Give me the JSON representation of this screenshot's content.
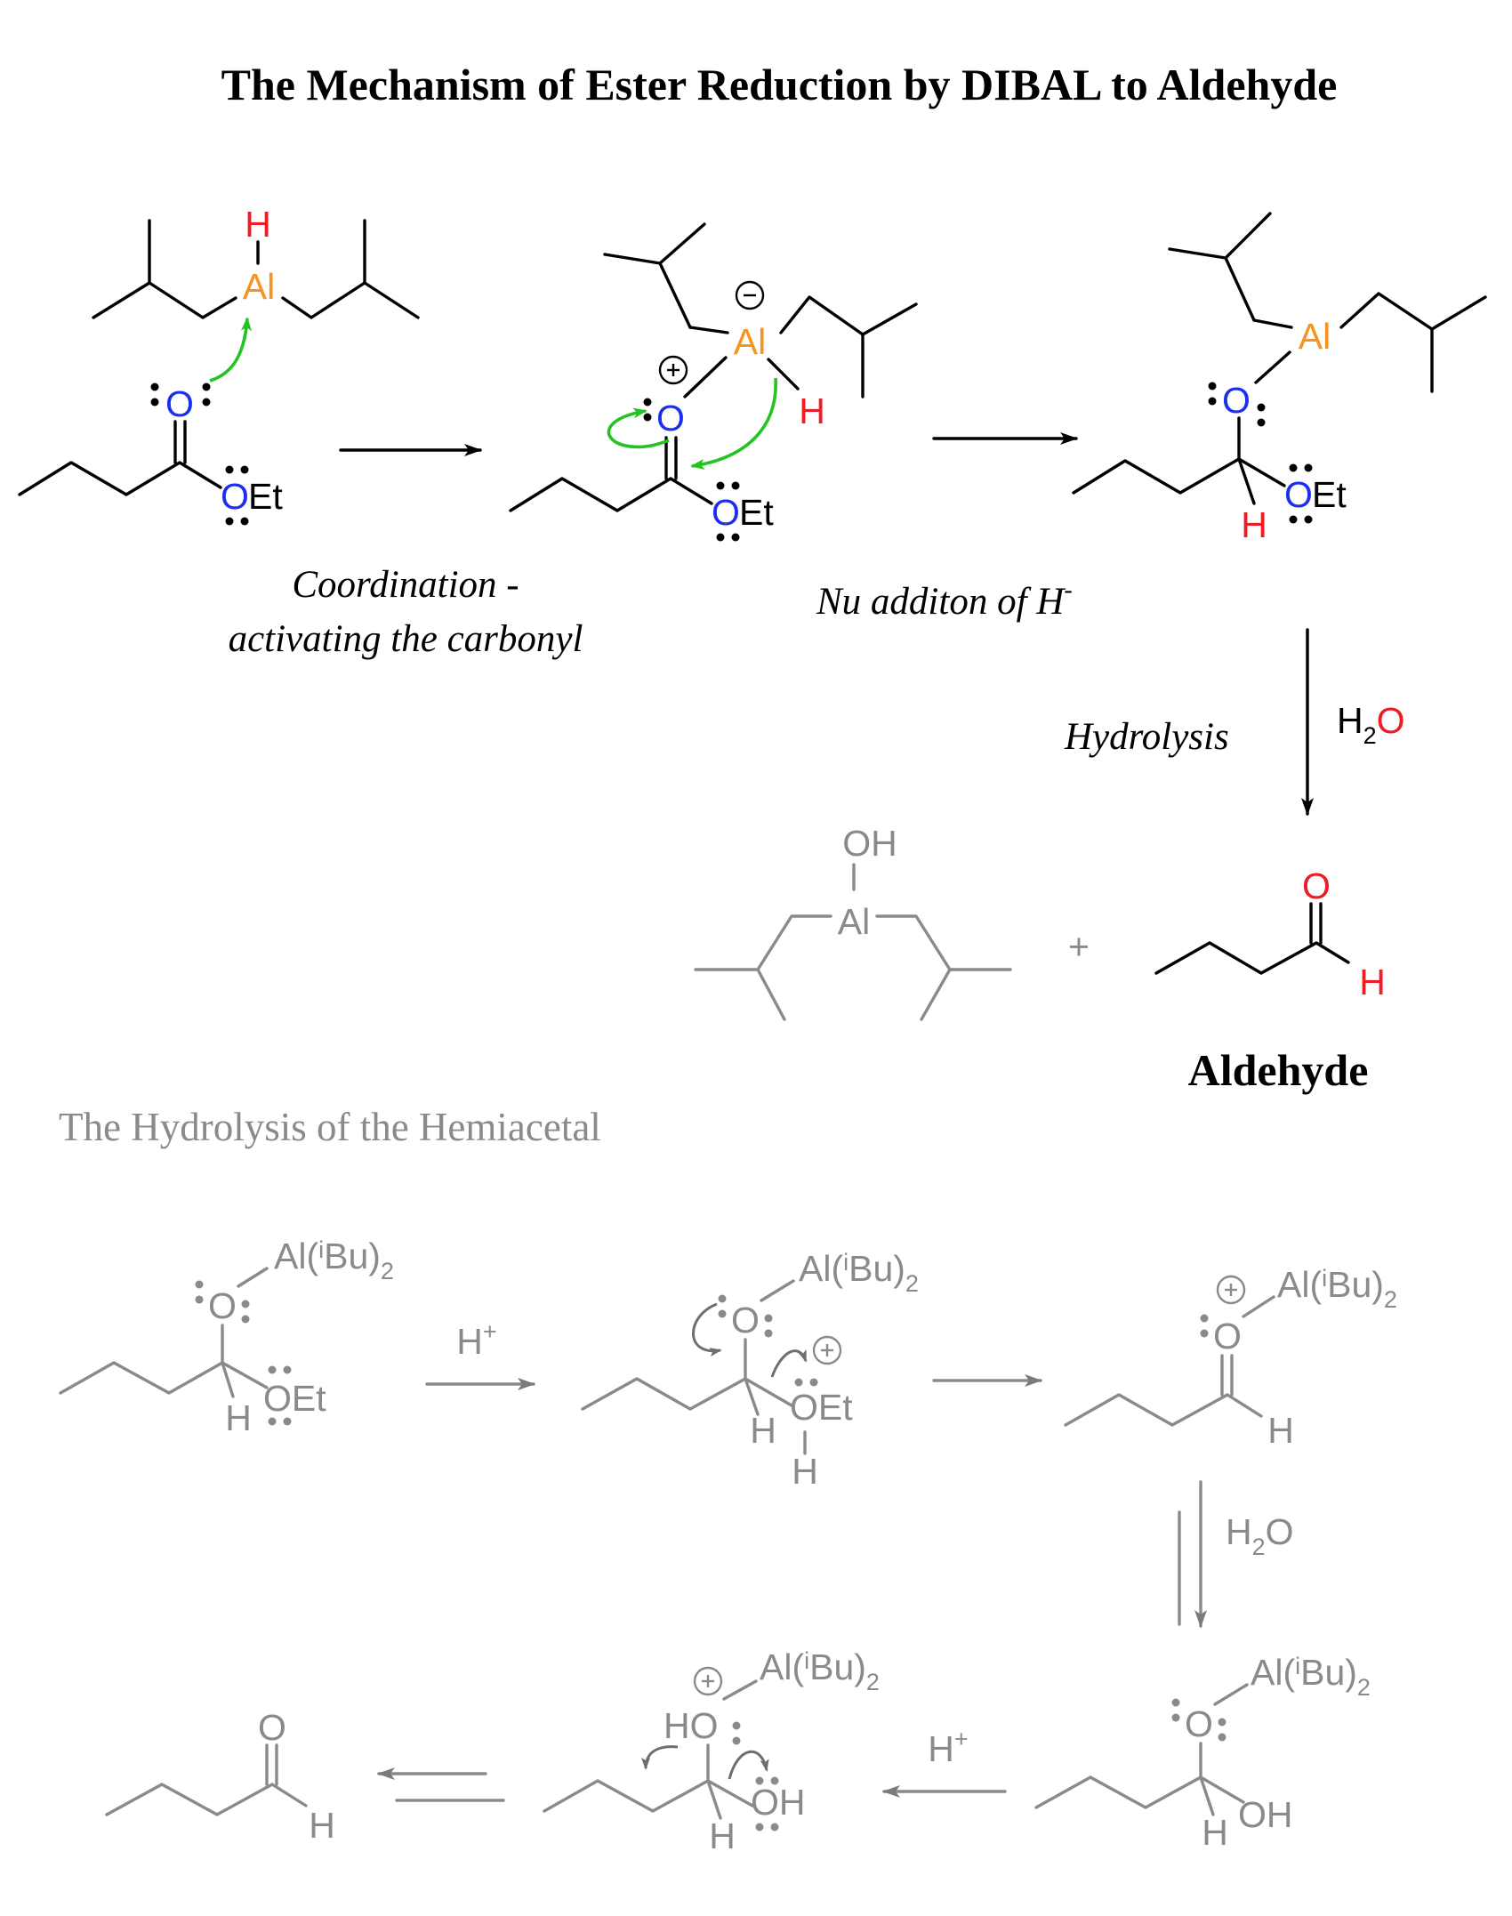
{
  "title": "The Mechanism of Ester Reduction by DIBAL to Aldehyde",
  "captions": {
    "coordination_line1": "Coordination -",
    "coordination_line2": "activating the carbonyl",
    "nu_addition": "Nu additon of H",
    "nu_addition_sup": "-",
    "hydrolysis": "Hydrolysis",
    "product_label": "Aldehyde"
  },
  "reagents": {
    "water_h": "H",
    "water_sub": "2",
    "water_o": "O",
    "acid": "H",
    "acid_sup": "+",
    "gray_water_h": "H",
    "gray_water_sub": "2",
    "gray_water_o": "O"
  },
  "atoms": {
    "H": "H",
    "Al": "Al",
    "O": "O",
    "OEt": "OEt",
    "OH": "OH",
    "HO": "HO",
    "minus": "−",
    "plus": "+",
    "plus_sign": "+",
    "al_ibu_main": "Al(",
    "al_ibu_i": "i",
    "al_ibu_bu": "Bu)",
    "al_ibu_sub": "2"
  },
  "section_title": "The Hydrolysis of the Hemiacetal",
  "colors": {
    "oxygen_blue": "#1a2ff0",
    "oxygen_red": "#ee1c24",
    "hydrogen_red": "#ee1c24",
    "aluminum": "#f7941d",
    "arrow_green": "#22c422",
    "hemiacetal_gray": "#8a8a8a"
  }
}
